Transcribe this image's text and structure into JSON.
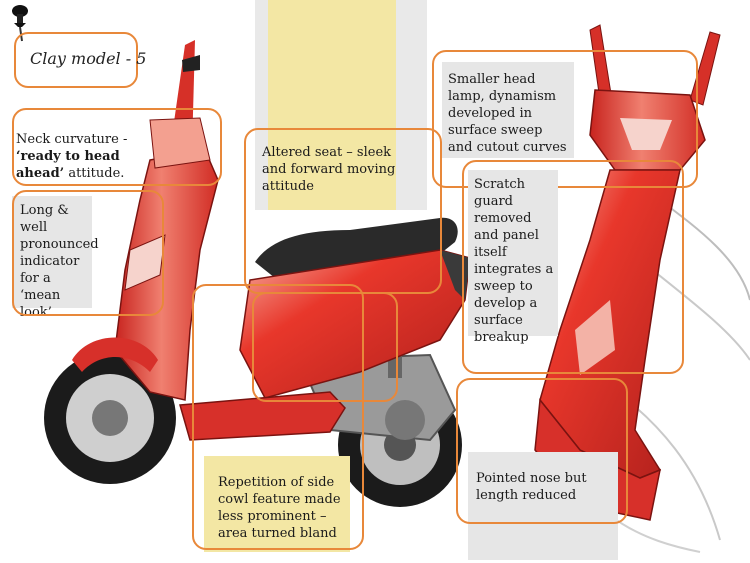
{
  "title": "Clay model - 5",
  "notes": {
    "neck_prefix": "Neck curvature - ",
    "neck_bold": "‘ready to head ahead’",
    "neck_suffix": " attitude.",
    "indicator": "Long & well pronounced indicator for a ‘mean look’",
    "seat": "Altered seat – sleek and forward moving attitude",
    "headlamp": "Smaller head lamp, dynamism developed in surface sweep and cutout curves",
    "scratch_guard": "Scratch guard removed and panel itself integrates a sweep to develop a surface breakup",
    "side_cowl": "Repetition of side cowl feature made less prominent – area turned bland",
    "nose": "Pointed nose but length reduced"
  },
  "colors": {
    "callout_border": "#e8883a",
    "body_red": "#e2352d",
    "note_grey": "#e6e6e6",
    "note_yellow": "#f3e7a4"
  },
  "icons": [
    "pushpin-icon"
  ]
}
